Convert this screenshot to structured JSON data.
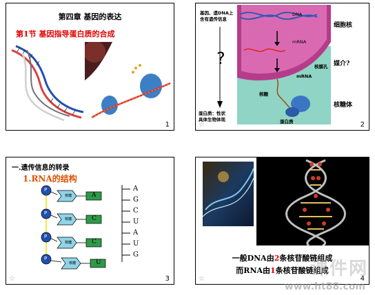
{
  "slides": [
    {
      "title": "第四章  基因的表达",
      "subtitle": "第1节   基因指导蛋白质的合成",
      "page": "1"
    },
    {
      "dna_label": "DNA",
      "mrna_label": "mRNA",
      "mrna_label2": "mRNA",
      "left_text_1": "基因、遗DNA上",
      "left_text_2": "含有遗传信息",
      "left_text_3": "蛋白质：性状",
      "left_text_4": "具体生物体现",
      "question": "?",
      "nucleus": "细胞核",
      "medium": "媒介?",
      "ribosome": "核糖体",
      "nuclear_pore": "核膜孔",
      "ribosome_small": "核糖",
      "protein": "蛋白质",
      "page": "2"
    },
    {
      "heading": "一.遗传信息的转录",
      "subheading": "1.RNA的结构",
      "phosphate": "P",
      "sugar": "核糖",
      "bases": [
        "A",
        "C",
        "C",
        "U"
      ],
      "strand_letters": [
        "A",
        "G",
        "C",
        "U",
        "A",
        "U",
        "G"
      ],
      "page": "3"
    },
    {
      "line1_a": "一般DNA由",
      "line1_num": "2",
      "line1_b": "条核苷酸链组成",
      "line2_a": "而RNA由",
      "line2_num": "1",
      "line2_b": "条核苷酸链组成",
      "page": "4"
    }
  ],
  "watermark": {
    "big": "课件网",
    "url": "www.ht88.com"
  },
  "star": "☆"
}
